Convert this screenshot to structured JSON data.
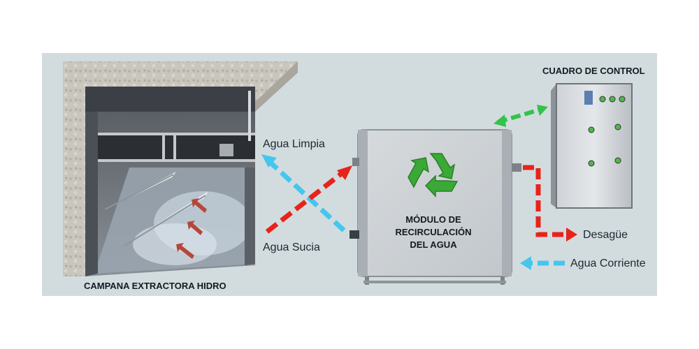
{
  "labels": {
    "control_panel": "CUADRO DE CONTROL",
    "clean_water": "Agua Limpia",
    "dirty_water": "Agua Sucia",
    "drain": "Desagüe",
    "running_water": "Agua Corriente",
    "hood": "CAMPANA EXTRACTORA HIDRO",
    "module_line1": "MÓDULO DE",
    "module_line2": "RECIRCULACIÓN",
    "module_line3": "DEL AGUA"
  },
  "icons": [
    "recycle-icon",
    "bidirectional-arrow-icon"
  ],
  "colors": {
    "background": "#d2dcdf",
    "clean_water_arrow": "#45c6ee",
    "dirty_water_arrow": "#e8231a",
    "control_link_arrow": "#34c24a",
    "recycle": "#3aa935"
  }
}
